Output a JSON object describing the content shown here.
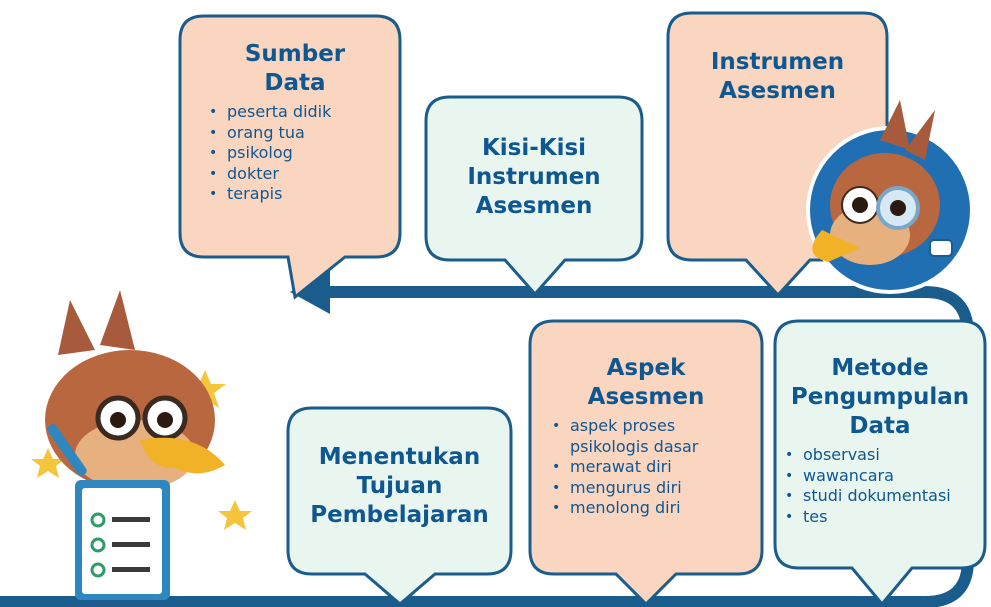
{
  "boxes": {
    "sumber_data": {
      "title": [
        "Sumber",
        "Data"
      ],
      "items": [
        "peserta didik",
        "orang tua",
        "psikolog",
        "dokter",
        "terapis"
      ]
    },
    "kisi_kisi": {
      "title": [
        "Kisi-Kisi",
        "Instrumen",
        "Asesmen"
      ]
    },
    "instrumen": {
      "title": [
        "Instrumen",
        "Asesmen"
      ]
    },
    "tujuan": {
      "title": [
        "Menentukan",
        "Tujuan",
        "Pembelajaran"
      ]
    },
    "aspek": {
      "title": [
        "Aspek",
        "Asesmen"
      ],
      "items": [
        "aspek proses psikologis dasar",
        "merawat diri",
        "mengurus diri",
        "menolong diri"
      ]
    },
    "metode": {
      "title": [
        "Metode",
        "Pengumpulan",
        "Data"
      ],
      "items": [
        "observasi",
        "wawancara",
        "studi dokumentasi",
        "tes"
      ]
    }
  },
  "colors": {
    "peach": "#fad6c0",
    "mint": "#e8f6ef",
    "navy": "#0f5791",
    "track": "#1a5c8c"
  }
}
